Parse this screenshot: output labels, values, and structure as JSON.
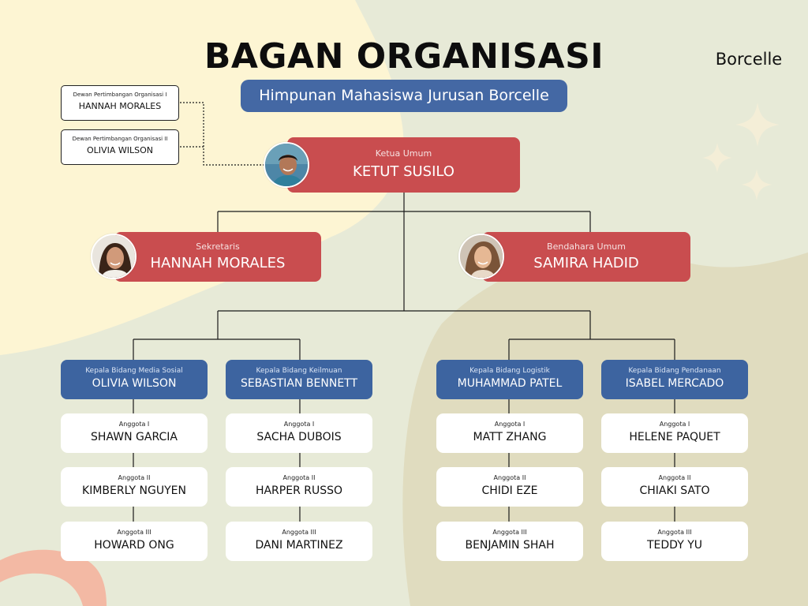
{
  "header": {
    "title": "BAGAN ORGANISASI",
    "subtitle": "Himpunan Mahasiswa Jurusan Borcelle",
    "brand": "Borcelle"
  },
  "advisors": [
    {
      "role": "Dewan Pertimbangan Organisasi I",
      "name": "HANNAH MORALES"
    },
    {
      "role": "Dewan Pertimbangan Organisasi II",
      "name": "OLIVIA WILSON"
    }
  ],
  "chair": {
    "role": "Ketua Umum",
    "name": "KETUT SUSILO"
  },
  "secretary": {
    "role": "Sekretaris",
    "name": "HANNAH MORALES"
  },
  "treasurer": {
    "role": "Bendahara Umum",
    "name": "SAMIRA HADID"
  },
  "divisions": [
    {
      "head_role": "Kepala Bidang Media Sosial",
      "head_name": "OLIVIA WILSON",
      "members": [
        {
          "role": "Anggota I",
          "name": "SHAWN GARCIA"
        },
        {
          "role": "Anggota II",
          "name": "KIMBERLY NGUYEN"
        },
        {
          "role": "Anggota III",
          "name": "HOWARD ONG"
        }
      ]
    },
    {
      "head_role": "Kepala Bidang Keilmuan",
      "head_name": "SEBASTIAN BENNETT",
      "members": [
        {
          "role": "Anggota I",
          "name": "SACHA DUBOIS"
        },
        {
          "role": "Anggota II",
          "name": "HARPER RUSSO"
        },
        {
          "role": "Anggota III",
          "name": "DANI MARTINEZ"
        }
      ]
    },
    {
      "head_role": "Kepala Bidang Logistik",
      "head_name": "MUHAMMAD PATEL",
      "members": [
        {
          "role": "Anggota I",
          "name": "MATT ZHANG"
        },
        {
          "role": "Anggota II",
          "name": "CHIDI EZE"
        },
        {
          "role": "Anggota III",
          "name": "BENJAMIN SHAH"
        }
      ]
    },
    {
      "head_role": "Kepala Bidang Pendanaan",
      "head_name": "ISABEL MERCADO",
      "members": [
        {
          "role": "Anggota I",
          "name": "HELENE PAQUET"
        },
        {
          "role": "Anggota II",
          "name": "CHIAKI SATO"
        },
        {
          "role": "Anggota III",
          "name": "TEDDY YU"
        }
      ]
    }
  ],
  "colors": {
    "background": "#e7ead7",
    "cream_shape": "#fdf5d3",
    "tan_shape": "#e0dcbf",
    "peach_shape": "#f3b9a4",
    "red_card": "#c94d4f",
    "blue_card": "#3d64a0",
    "subtitle_bg": "#4468a4"
  }
}
